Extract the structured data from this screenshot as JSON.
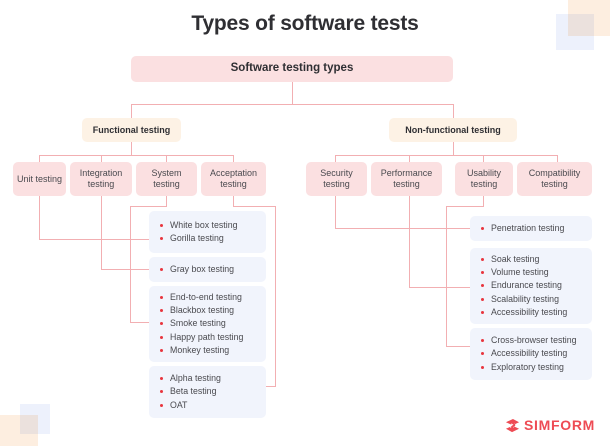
{
  "page": {
    "title": "Types of software tests",
    "background_color": "#FFFFFF",
    "accent_color": "#F2AFB2",
    "bullet_color": "#E8353E",
    "root_box_color": "#FBE0E1",
    "branch_box_color": "#FDF2E5",
    "list_box_color": "#F1F4FC",
    "logo_color": "#EE4B54"
  },
  "decor": {
    "peach_color": "#FDEEE0",
    "blue_color": "#EDF1FC"
  },
  "root": {
    "label": "Software testing types"
  },
  "branches": [
    {
      "label": "Functional testing"
    },
    {
      "label": "Non-functional testing"
    }
  ],
  "functional_children": [
    {
      "label": "Unit testing"
    },
    {
      "label": "Integration testing"
    },
    {
      "label": "System testing"
    },
    {
      "label": "Acceptation testing"
    }
  ],
  "nonfunctional_children": [
    {
      "label": "Security testing"
    },
    {
      "label": "Performance testing"
    },
    {
      "label": "Usability testing"
    },
    {
      "label": "Compatibility testing"
    }
  ],
  "functional_lists": [
    {
      "parent": "Unit testing",
      "items": [
        "White box testing",
        "Gorilla testing"
      ]
    },
    {
      "parent": "Integration testing",
      "items": [
        "Gray box testing"
      ]
    },
    {
      "parent": "System testing",
      "items": [
        "End-to-end testing",
        "Blackbox testing",
        "Smoke testing",
        "Happy path testing",
        "Monkey testing"
      ]
    },
    {
      "parent": "Acceptation testing",
      "items": [
        "Alpha testing",
        "Beta testing",
        "OAT"
      ]
    }
  ],
  "nonfunctional_lists": [
    {
      "parent": "Security testing",
      "items": [
        "Penetration testing"
      ]
    },
    {
      "parent": "Performance testing",
      "items": [
        "Soak testing",
        "Volume testing",
        "Endurance testing",
        "Scalability testing",
        "Accessibility testing"
      ]
    },
    {
      "parent": "Usability testing",
      "items": [
        "Cross-browser testing",
        "Accessibility testing",
        "Exploratory testing"
      ]
    }
  ],
  "logo": {
    "wordmark": "SIMFORM",
    "icon": "simform-s-mark"
  }
}
